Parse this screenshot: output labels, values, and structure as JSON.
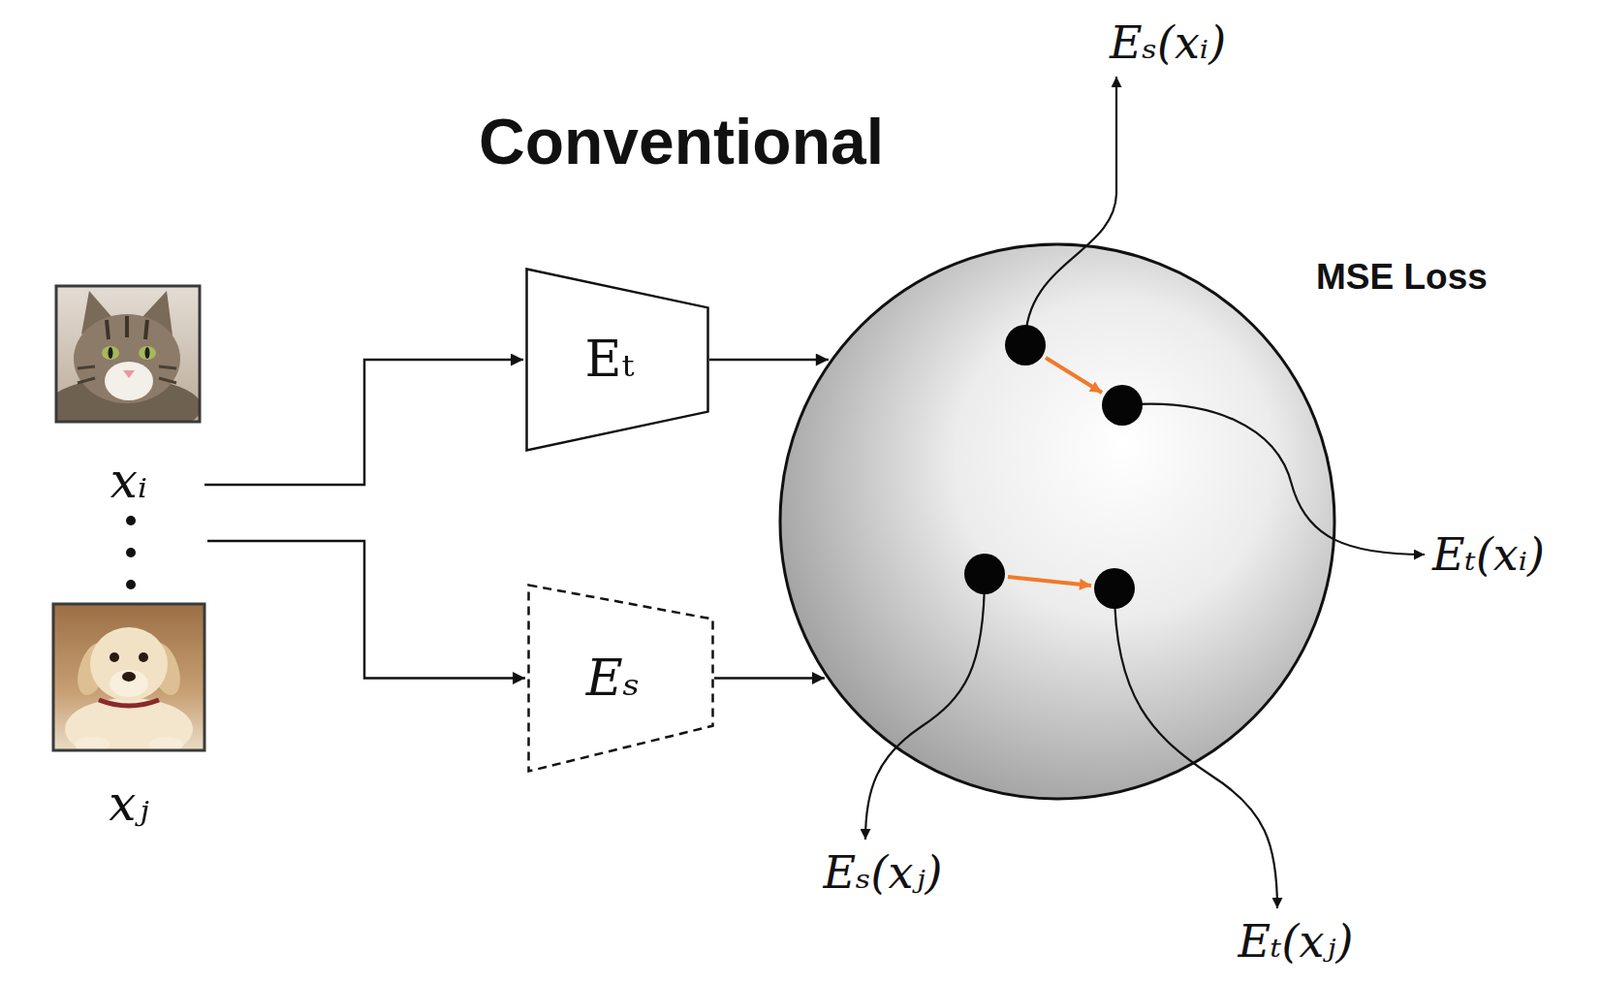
{
  "diagram": {
    "title": "Conventional",
    "nodes": [
      {
        "text": [
          "xᵢ"
        ]
      },
      {
        "text": [
          "xⱼ"
        ]
      },
      {
        "text": [
          "Eₜ"
        ]
      },
      {
        "text": [
          "Eₛ"
        ]
      },
      {
        "text": [
          "MSE Loss"
        ]
      }
    ],
    "edges": [
      {
        "from": 0,
        "to": 2,
        "arrow": "to"
      },
      {
        "from": 1,
        "to": 3,
        "arrow": "to"
      },
      {
        "from": 2,
        "to": 4,
        "arrow": "to"
      },
      {
        "from": 3,
        "to": 4,
        "arrow": "to"
      }
    ],
    "labels": [
      "Eₛ(xᵢ)",
      "Eₜ(xᵢ)",
      "Eₛ(xⱼ)",
      "Eₜ(xⱼ)"
    ]
  }
}
